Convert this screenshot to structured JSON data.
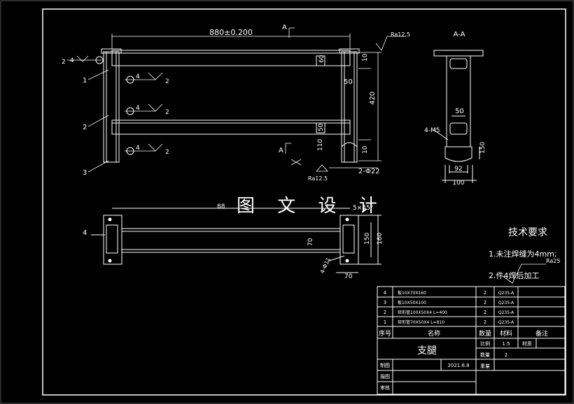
{
  "watermark": "图 文 设 计",
  "dimensions": {
    "overall_length": "880±0.200",
    "roughness_top": "Ra12.5",
    "roughness_bottom": "Ra12.5",
    "roughness_note": "Ra25",
    "height_420": "420",
    "thk_10_top": "10",
    "thk_10_bottom": "10",
    "tube_60": "60",
    "tube_50_right": "50",
    "tube_50_mid": "50",
    "gap_110": "110",
    "holes_2_22": "2-Φ22",
    "top_88": "88",
    "chamfer": "5×45°",
    "plan_70": "70",
    "plan_70_bottom": "70",
    "plan_150": "150",
    "plan_160": "160",
    "plan_holes": "4-Φ11",
    "side_50": "50",
    "side_92": "92",
    "side_100": "100",
    "side_150": "150",
    "side_holes": "4-M5"
  },
  "section_labels": {
    "view_a_top": "A",
    "view_a_bottom": "A",
    "section_title": "A-A"
  },
  "weld_symbols": [
    {
      "left": "2",
      "mid": "4"
    },
    {
      "left": "4",
      "right": "2"
    },
    {
      "left": "4",
      "right": "2"
    },
    {
      "left": "4",
      "right": "2"
    }
  ],
  "part_callouts": [
    "1",
    "2",
    "3",
    "4"
  ],
  "tech_requirements": {
    "title": "技术要求",
    "items": [
      "1.未注焊缝为4mm;",
      "2.件4焊后加工"
    ]
  },
  "bom": {
    "headers": [
      "序号",
      "名称",
      "数量",
      "材料",
      "备注"
    ],
    "rows": [
      {
        "no": "4",
        "name": "板10X70X160",
        "qty": "2",
        "material": "Q235-A",
        "note": ""
      },
      {
        "no": "3",
        "name": "板10X50X100",
        "qty": "2",
        "material": "Q235-A",
        "note": ""
      },
      {
        "no": "2",
        "name": "矩形管100X50X4 L=400",
        "qty": "2",
        "material": "Q235-A",
        "note": ""
      },
      {
        "no": "1",
        "name": "矩形管70X50X4 L=810",
        "qty": "2",
        "material": "Q235-A",
        "note": ""
      }
    ]
  },
  "title_block": {
    "part_name": "支腿",
    "scale_label": "比例",
    "scale_value": "1:5",
    "material_label": "材质",
    "qty_label": "数量",
    "qty_value": "2",
    "weight_label": "重量",
    "drawn_label": "制图",
    "date": "2021.6.8",
    "design_label": "描图",
    "check_label": "审核"
  }
}
